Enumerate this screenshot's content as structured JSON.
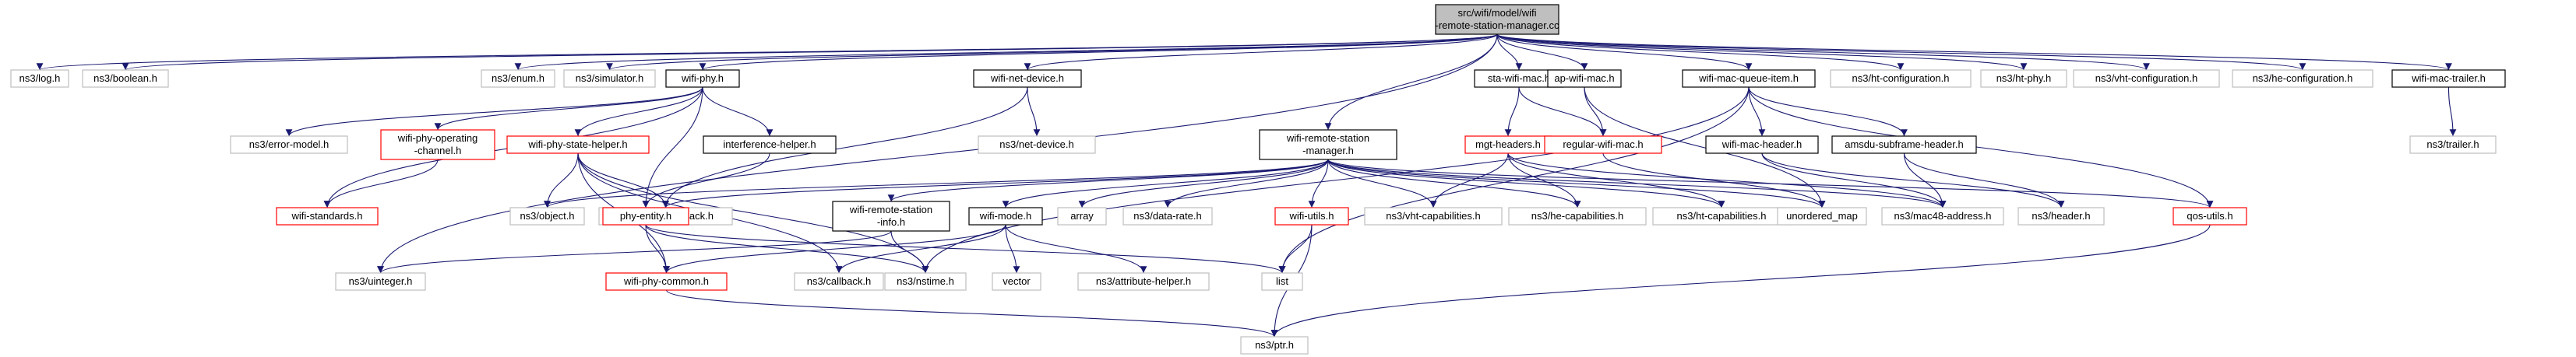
{
  "colors": {
    "edge": "#191970",
    "root_fill": "#bfbfbf",
    "missing_border": "#bfbfbf",
    "incomplete_border": "#ff0000",
    "documented_border": "#000000"
  },
  "nodes": [
    {
      "id": "root",
      "lines": [
        "src/wifi/model/wifi",
        "-remote-station-manager.cc"
      ],
      "kind": "root"
    },
    {
      "id": "log",
      "lines": [
        "ns3/log.h"
      ],
      "kind": "missing"
    },
    {
      "id": "boolean",
      "lines": [
        "ns3/boolean.h"
      ],
      "kind": "missing"
    },
    {
      "id": "enum",
      "lines": [
        "ns3/enum.h"
      ],
      "kind": "missing"
    },
    {
      "id": "simulator",
      "lines": [
        "ns3/simulator.h"
      ],
      "kind": "missing"
    },
    {
      "id": "wifiphy",
      "lines": [
        "wifi-phy.h"
      ],
      "kind": "std"
    },
    {
      "id": "netdevice",
      "lines": [
        "wifi-net-device.h"
      ],
      "kind": "std"
    },
    {
      "id": "stawifimac",
      "lines": [
        "sta-wifi-mac.h"
      ],
      "kind": "std"
    },
    {
      "id": "apwifimac",
      "lines": [
        "ap-wifi-mac.h"
      ],
      "kind": "std"
    },
    {
      "id": "queueitem",
      "lines": [
        "wifi-mac-queue-item.h"
      ],
      "kind": "std"
    },
    {
      "id": "htconf",
      "lines": [
        "ns3/ht-configuration.h"
      ],
      "kind": "missing"
    },
    {
      "id": "htphy",
      "lines": [
        "ns3/ht-phy.h"
      ],
      "kind": "missing"
    },
    {
      "id": "vhtconf",
      "lines": [
        "ns3/vht-configuration.h"
      ],
      "kind": "missing"
    },
    {
      "id": "heconf",
      "lines": [
        "ns3/he-configuration.h"
      ],
      "kind": "missing"
    },
    {
      "id": "trailer",
      "lines": [
        "wifi-mac-trailer.h"
      ],
      "kind": "std"
    },
    {
      "id": "errormodel",
      "lines": [
        "ns3/error-model.h"
      ],
      "kind": "missing"
    },
    {
      "id": "opchannel",
      "lines": [
        "wifi-phy-operating",
        "-channel.h"
      ],
      "kind": "red"
    },
    {
      "id": "statehelper",
      "lines": [
        "wifi-phy-state-helper.h"
      ],
      "kind": "red"
    },
    {
      "id": "interference",
      "lines": [
        "interference-helper.h"
      ],
      "kind": "std"
    },
    {
      "id": "ns3netdevice",
      "lines": [
        "ns3/net-device.h"
      ],
      "kind": "missing"
    },
    {
      "id": "rsm",
      "lines": [
        "wifi-remote-station",
        "-manager.h"
      ],
      "kind": "std"
    },
    {
      "id": "mgtheaders",
      "lines": [
        "mgt-headers.h"
      ],
      "kind": "red"
    },
    {
      "id": "regularmac",
      "lines": [
        "regular-wifi-mac.h"
      ],
      "kind": "red"
    },
    {
      "id": "macheader",
      "lines": [
        "wifi-mac-header.h"
      ],
      "kind": "std"
    },
    {
      "id": "amsdu",
      "lines": [
        "amsdu-subframe-header.h"
      ],
      "kind": "std"
    },
    {
      "id": "ns3trailer",
      "lines": [
        "ns3/trailer.h"
      ],
      "kind": "missing"
    },
    {
      "id": "standards",
      "lines": [
        "wifi-standards.h"
      ],
      "kind": "red"
    },
    {
      "id": "object",
      "lines": [
        "ns3/object.h"
      ],
      "kind": "missing"
    },
    {
      "id": "traced",
      "lines": [
        "ns3/traced-callback.h"
      ],
      "kind": "missing"
    },
    {
      "id": "phyentity",
      "lines": [
        "phy-entity.h"
      ],
      "kind": "red"
    },
    {
      "id": "rsinfo",
      "lines": [
        "wifi-remote-station",
        "-info.h"
      ],
      "kind": "std"
    },
    {
      "id": "wifimode",
      "lines": [
        "wifi-mode.h"
      ],
      "kind": "std"
    },
    {
      "id": "array",
      "lines": [
        "array"
      ],
      "kind": "missing"
    },
    {
      "id": "datarate",
      "lines": [
        "ns3/data-rate.h"
      ],
      "kind": "missing"
    },
    {
      "id": "wifiutils",
      "lines": [
        "wifi-utils.h"
      ],
      "kind": "red"
    },
    {
      "id": "vhtcap",
      "lines": [
        "ns3/vht-capabilities.h"
      ],
      "kind": "missing"
    },
    {
      "id": "hecap",
      "lines": [
        "ns3/he-capabilities.h"
      ],
      "kind": "missing"
    },
    {
      "id": "htcap",
      "lines": [
        "ns3/ht-capabilities.h"
      ],
      "kind": "missing"
    },
    {
      "id": "unorderedmap",
      "lines": [
        "unordered_map"
      ],
      "kind": "missing"
    },
    {
      "id": "mac48",
      "lines": [
        "ns3/mac48-address.h"
      ],
      "kind": "missing"
    },
    {
      "id": "header",
      "lines": [
        "ns3/header.h"
      ],
      "kind": "missing"
    },
    {
      "id": "qosutils",
      "lines": [
        "qos-utils.h"
      ],
      "kind": "red"
    },
    {
      "id": "uinteger",
      "lines": [
        "ns3/uinteger.h"
      ],
      "kind": "missing"
    },
    {
      "id": "phycommon",
      "lines": [
        "wifi-phy-common.h"
      ],
      "kind": "red"
    },
    {
      "id": "callback",
      "lines": [
        "ns3/callback.h"
      ],
      "kind": "missing"
    },
    {
      "id": "nstime",
      "lines": [
        "ns3/nstime.h"
      ],
      "kind": "missing"
    },
    {
      "id": "vector",
      "lines": [
        "vector"
      ],
      "kind": "missing"
    },
    {
      "id": "attrhelper",
      "lines": [
        "ns3/attribute-helper.h"
      ],
      "kind": "missing"
    },
    {
      "id": "list",
      "lines": [
        "list"
      ],
      "kind": "missing"
    },
    {
      "id": "ptr",
      "lines": [
        "ns3/ptr.h"
      ],
      "kind": "missing"
    }
  ],
  "edges": [
    [
      "root",
      "log"
    ],
    [
      "root",
      "boolean"
    ],
    [
      "root",
      "enum"
    ],
    [
      "root",
      "simulator"
    ],
    [
      "root",
      "wifiphy"
    ],
    [
      "root",
      "netdevice"
    ],
    [
      "root",
      "stawifimac"
    ],
    [
      "root",
      "apwifimac"
    ],
    [
      "root",
      "queueitem"
    ],
    [
      "root",
      "htconf"
    ],
    [
      "root",
      "htphy"
    ],
    [
      "root",
      "vhtconf"
    ],
    [
      "root",
      "heconf"
    ],
    [
      "root",
      "trailer"
    ],
    [
      "root",
      "rsm"
    ],
    [
      "root",
      "uinteger"
    ],
    [
      "wifiphy",
      "errormodel"
    ],
    [
      "wifiphy",
      "opchannel"
    ],
    [
      "wifiphy",
      "statehelper"
    ],
    [
      "wifiphy",
      "interference"
    ],
    [
      "wifiphy",
      "standards"
    ],
    [
      "wifiphy",
      "phyentity"
    ],
    [
      "opchannel",
      "standards"
    ],
    [
      "statehelper",
      "object"
    ],
    [
      "statehelper",
      "traced"
    ],
    [
      "statehelper",
      "phycommon"
    ],
    [
      "statehelper",
      "callback"
    ],
    [
      "statehelper",
      "nstime"
    ],
    [
      "interference",
      "phyentity"
    ],
    [
      "netdevice",
      "ns3netdevice"
    ],
    [
      "netdevice",
      "traced"
    ],
    [
      "stawifimac",
      "mgtheaders"
    ],
    [
      "stawifimac",
      "regularmac"
    ],
    [
      "apwifimac",
      "regularmac"
    ],
    [
      "apwifimac",
      "unorderedmap"
    ],
    [
      "queueitem",
      "macheader"
    ],
    [
      "queueitem",
      "amsdu"
    ],
    [
      "queueitem",
      "qosutils"
    ],
    [
      "queueitem",
      "nstime"
    ],
    [
      "queueitem",
      "list"
    ],
    [
      "trailer",
      "ns3trailer"
    ],
    [
      "rsm",
      "object"
    ],
    [
      "rsm",
      "traced"
    ],
    [
      "rsm",
      "rsinfo"
    ],
    [
      "rsm",
      "wifimode"
    ],
    [
      "rsm",
      "array"
    ],
    [
      "rsm",
      "datarate"
    ],
    [
      "rsm",
      "wifiutils"
    ],
    [
      "rsm",
      "vhtcap"
    ],
    [
      "rsm",
      "hecap"
    ],
    [
      "rsm",
      "htcap"
    ],
    [
      "rsm",
      "unorderedmap"
    ],
    [
      "rsm",
      "mac48"
    ],
    [
      "rsm",
      "qosutils"
    ],
    [
      "mgtheaders",
      "vhtcap"
    ],
    [
      "mgtheaders",
      "hecap"
    ],
    [
      "mgtheaders",
      "htcap"
    ],
    [
      "mgtheaders",
      "mac48"
    ],
    [
      "regularmac",
      "unorderedmap"
    ],
    [
      "macheader",
      "mac48"
    ],
    [
      "macheader",
      "header"
    ],
    [
      "amsdu",
      "mac48"
    ],
    [
      "amsdu",
      "header"
    ],
    [
      "phyentity",
      "phycommon"
    ],
    [
      "phyentity",
      "nstime"
    ],
    [
      "phyentity",
      "list"
    ],
    [
      "rsinfo",
      "uinteger"
    ],
    [
      "rsinfo",
      "nstime"
    ],
    [
      "wifimode",
      "phycommon"
    ],
    [
      "wifimode",
      "callback"
    ],
    [
      "wifimode",
      "vector"
    ],
    [
      "wifimode",
      "attrhelper"
    ],
    [
      "wifiutils",
      "list"
    ],
    [
      "wifiutils",
      "ptr"
    ],
    [
      "qosutils",
      "ptr"
    ],
    [
      "phycommon",
      "ptr"
    ]
  ]
}
